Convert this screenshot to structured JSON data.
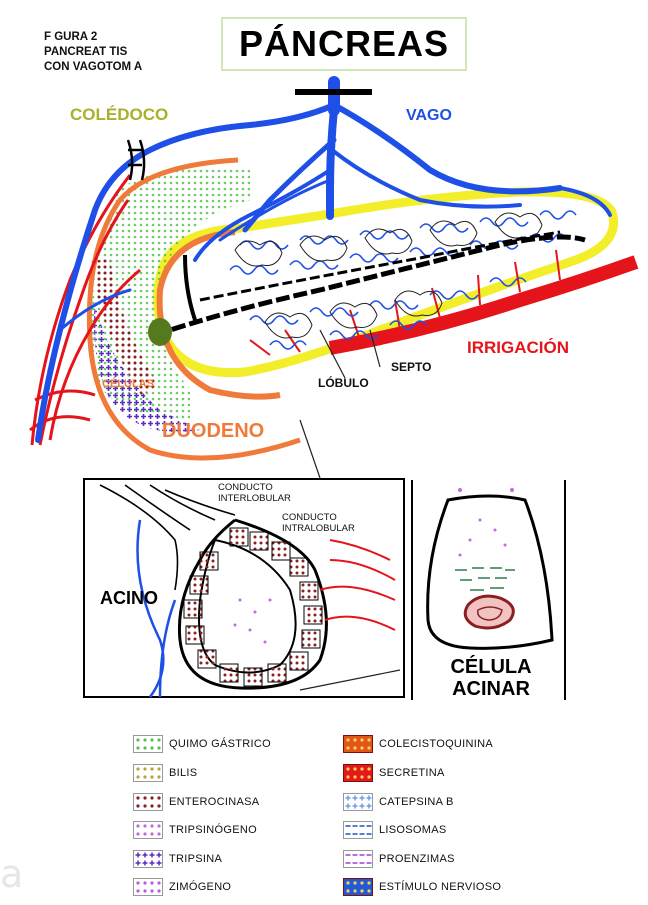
{
  "caption": "F GURA 2\nPANCREAT TIS\nCON VAGOTOM A",
  "title": "PÁNCREAS",
  "labels": {
    "coledoco": "COLÉDOCO",
    "vago": "VAGO",
    "irrigacion": "IRRIGACIÓN",
    "septo": "SEPTO",
    "lobulo": "LÓBULO",
    "celulas": "CÉLULAS",
    "duodeno": "DUODENO",
    "conducto_interlobular": "CONDUCTO\nINTERLOBULAR",
    "conducto_intralobular": "CONDUCTO\nINTRALOBULAR",
    "acino": "ACINO",
    "celula_acinar": "CÉLULA\nACINAR"
  },
  "legend": [
    {
      "label": "QUIMO GÁSTRICO",
      "color": "#55c24a",
      "pattern": "dots"
    },
    {
      "label": "BILIS",
      "color": "#b7a43a",
      "pattern": "dots"
    },
    {
      "label": "ENTEROCINASA",
      "color": "#8a1f1f",
      "pattern": "dots"
    },
    {
      "label": "TRIPSINÓGENO",
      "color": "#c06be0",
      "pattern": "dots"
    },
    {
      "label": "TRIPSINA",
      "color": "#5b2bc4",
      "pattern": "crosses"
    },
    {
      "label": "ZIMÓGENO",
      "color": "#b55fe0",
      "pattern": "dots"
    },
    {
      "label": "COLECISTOQUININA",
      "color": "#e2561a",
      "pattern": "solid"
    },
    {
      "label": "SECRETINA",
      "color": "#e3191b",
      "pattern": "solid"
    },
    {
      "label": "CATEPSINA B",
      "color": "#6f9ee6",
      "pattern": "crosses"
    },
    {
      "label": "LISOSOMAS",
      "color": "#2b5fc7",
      "pattern": "lines"
    },
    {
      "label": "PROENZIMAS",
      "color": "#a64ed0",
      "pattern": "lines"
    },
    {
      "label": "ESTÍMULO NERVIOSO",
      "color": "#2459d4",
      "pattern": "solid"
    }
  ],
  "colors": {
    "nerve": "#1e50e8",
    "artery": "#e5141a",
    "duodenum": "#f07a3a",
    "pancreas_border": "#f2ef2a",
    "coledoco_label": "#a9b02a",
    "duct": "#000000",
    "papilla": "#557a1e"
  },
  "watermark": "a"
}
